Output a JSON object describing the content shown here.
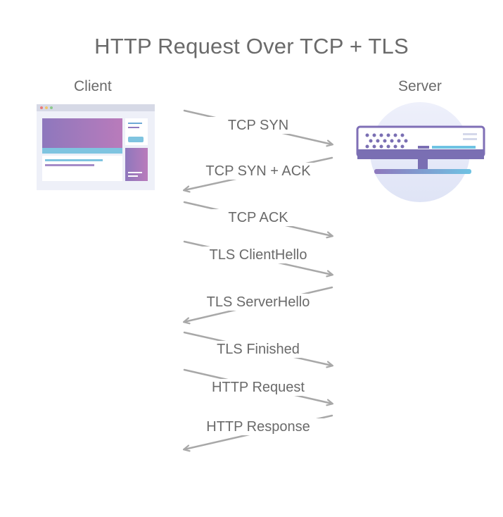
{
  "title": "HTTP Request Over TCP + TLS",
  "actors": {
    "client": "Client",
    "server": "Server"
  },
  "colors": {
    "text": "#6a6a6a",
    "arrow": "#a8a8a8",
    "timeline_top": "#6fc3e3",
    "timeline_bottom": "#8a72b5",
    "server_line_top": "#b673b6",
    "server_line_bottom": "#7a6fb3",
    "accent_purple": "#8670b4"
  },
  "icons": {
    "client": "browser-window-icon",
    "server": "server-rack-icon"
  },
  "messages": [
    {
      "label": "TCP SYN",
      "direction": "client-to-server"
    },
    {
      "label": "TCP SYN + ACK",
      "direction": "server-to-client"
    },
    {
      "label": "TCP ACK",
      "direction": "client-to-server"
    },
    {
      "label": "TLS ClientHello",
      "direction": "client-to-server"
    },
    {
      "label": "TLS ServerHello",
      "direction": "server-to-client"
    },
    {
      "label": "TLS Finished",
      "direction": "client-to-server"
    },
    {
      "label": "HTTP Request",
      "direction": "client-to-server"
    },
    {
      "label": "HTTP Response",
      "direction": "server-to-client"
    }
  ]
}
